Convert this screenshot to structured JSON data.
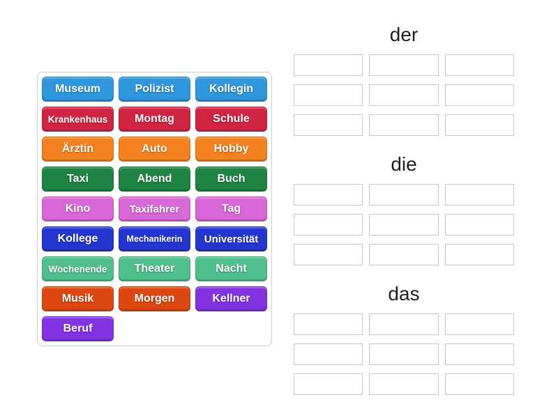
{
  "page": {
    "background": "#ffffff"
  },
  "word_bank": {
    "tiles": [
      {
        "label": "Museum",
        "color": "#2f97dd",
        "size": "default"
      },
      {
        "label": "Polizist",
        "color": "#2f97dd",
        "size": "default"
      },
      {
        "label": "Kollegin",
        "color": "#2f97dd",
        "size": "default"
      },
      {
        "label": "Krankenhaus",
        "color": "#d02442",
        "size": "sm"
      },
      {
        "label": "Montag",
        "color": "#d02442",
        "size": "default"
      },
      {
        "label": "Schule",
        "color": "#d02442",
        "size": "default"
      },
      {
        "label": "Ärztin",
        "color": "#f58220",
        "size": "default"
      },
      {
        "label": "Auto",
        "color": "#f58220",
        "size": "default"
      },
      {
        "label": "Hobby",
        "color": "#f58220",
        "size": "default"
      },
      {
        "label": "Taxi",
        "color": "#1e8443",
        "size": "default"
      },
      {
        "label": "Abend",
        "color": "#1e8443",
        "size": "default"
      },
      {
        "label": "Buch",
        "color": "#1e8443",
        "size": "default"
      },
      {
        "label": "Kino",
        "color": "#d867d8",
        "size": "default"
      },
      {
        "label": "Taxifahrer",
        "color": "#d867d8",
        "size": "md"
      },
      {
        "label": "Tag",
        "color": "#d867d8",
        "size": "default"
      },
      {
        "label": "Kollege",
        "color": "#2337d0",
        "size": "default"
      },
      {
        "label": "Mechanikerin",
        "color": "#2337d0",
        "size": "xs"
      },
      {
        "label": "Universität",
        "color": "#2337d0",
        "size": "md"
      },
      {
        "label": "Wochenende",
        "color": "#4fbf8d",
        "size": "sm"
      },
      {
        "label": "Theater",
        "color": "#4fbf8d",
        "size": "default"
      },
      {
        "label": "Nacht",
        "color": "#4fbf8d",
        "size": "default"
      },
      {
        "label": "Musik",
        "color": "#dd4711",
        "size": "default"
      },
      {
        "label": "Morgen",
        "color": "#dd4711",
        "size": "default"
      },
      {
        "label": "Kellner",
        "color": "#8133e1",
        "size": "default"
      },
      {
        "label": "Beruf",
        "color": "#8133e1",
        "size": "default"
      }
    ]
  },
  "groups": [
    {
      "label": "der",
      "slot_count": 9
    },
    {
      "label": "die",
      "slot_count": 9
    },
    {
      "label": "das",
      "slot_count": 9
    }
  ],
  "colors": {
    "tile_text": "#ffffff",
    "slot_border": "#c6c6c6",
    "panel_border": "#cccccc",
    "header_text": "#1f1f1f"
  }
}
